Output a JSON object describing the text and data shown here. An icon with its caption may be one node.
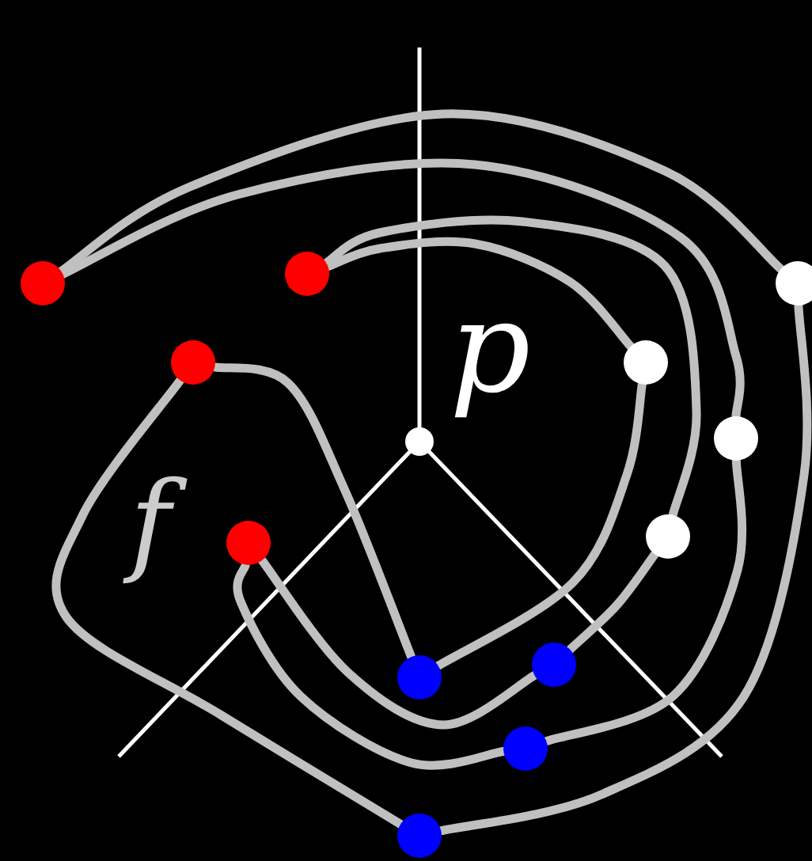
{
  "diagram": {
    "nodes": [
      {
        "text": [],
        "shape": "circle"
      },
      {
        "text": [],
        "shape": "circle"
      },
      {
        "text": [],
        "shape": "circle"
      },
      {
        "text": [],
        "shape": "circle"
      },
      {
        "text": [],
        "shape": "circle"
      },
      {
        "text": [],
        "shape": "circle"
      },
      {
        "text": [],
        "shape": "circle"
      },
      {
        "text": [],
        "shape": "circle"
      },
      {
        "text": [],
        "shape": "circle"
      },
      {
        "text": [],
        "shape": "circle"
      },
      {
        "text": [],
        "shape": "circle"
      },
      {
        "text": [],
        "shape": "circle"
      }
    ],
    "edges": [
      {
        "from": 1,
        "to": 2,
        "arrow": "none"
      },
      {
        "from": 1,
        "to": 5,
        "arrow": "none"
      },
      {
        "from": 0,
        "to": 4,
        "arrow": "none"
      },
      {
        "from": 0,
        "to": 6,
        "arrow": "none"
      },
      {
        "from": 4,
        "to": 9,
        "arrow": "none"
      },
      {
        "from": 6,
        "to": 8,
        "arrow": "none"
      },
      {
        "from": 8,
        "to": 7,
        "arrow": "none"
      },
      {
        "from": 5,
        "to": 10,
        "arrow": "none"
      },
      {
        "from": 10,
        "to": 7,
        "arrow": "none"
      },
      {
        "from": 3,
        "to": 9,
        "arrow": "none"
      },
      {
        "from": 3,
        "to": 11,
        "arrow": "none"
      },
      {
        "from": 2,
        "to": 11,
        "arrow": "none"
      }
    ],
    "labels": [
      "p",
      "f"
    ]
  }
}
